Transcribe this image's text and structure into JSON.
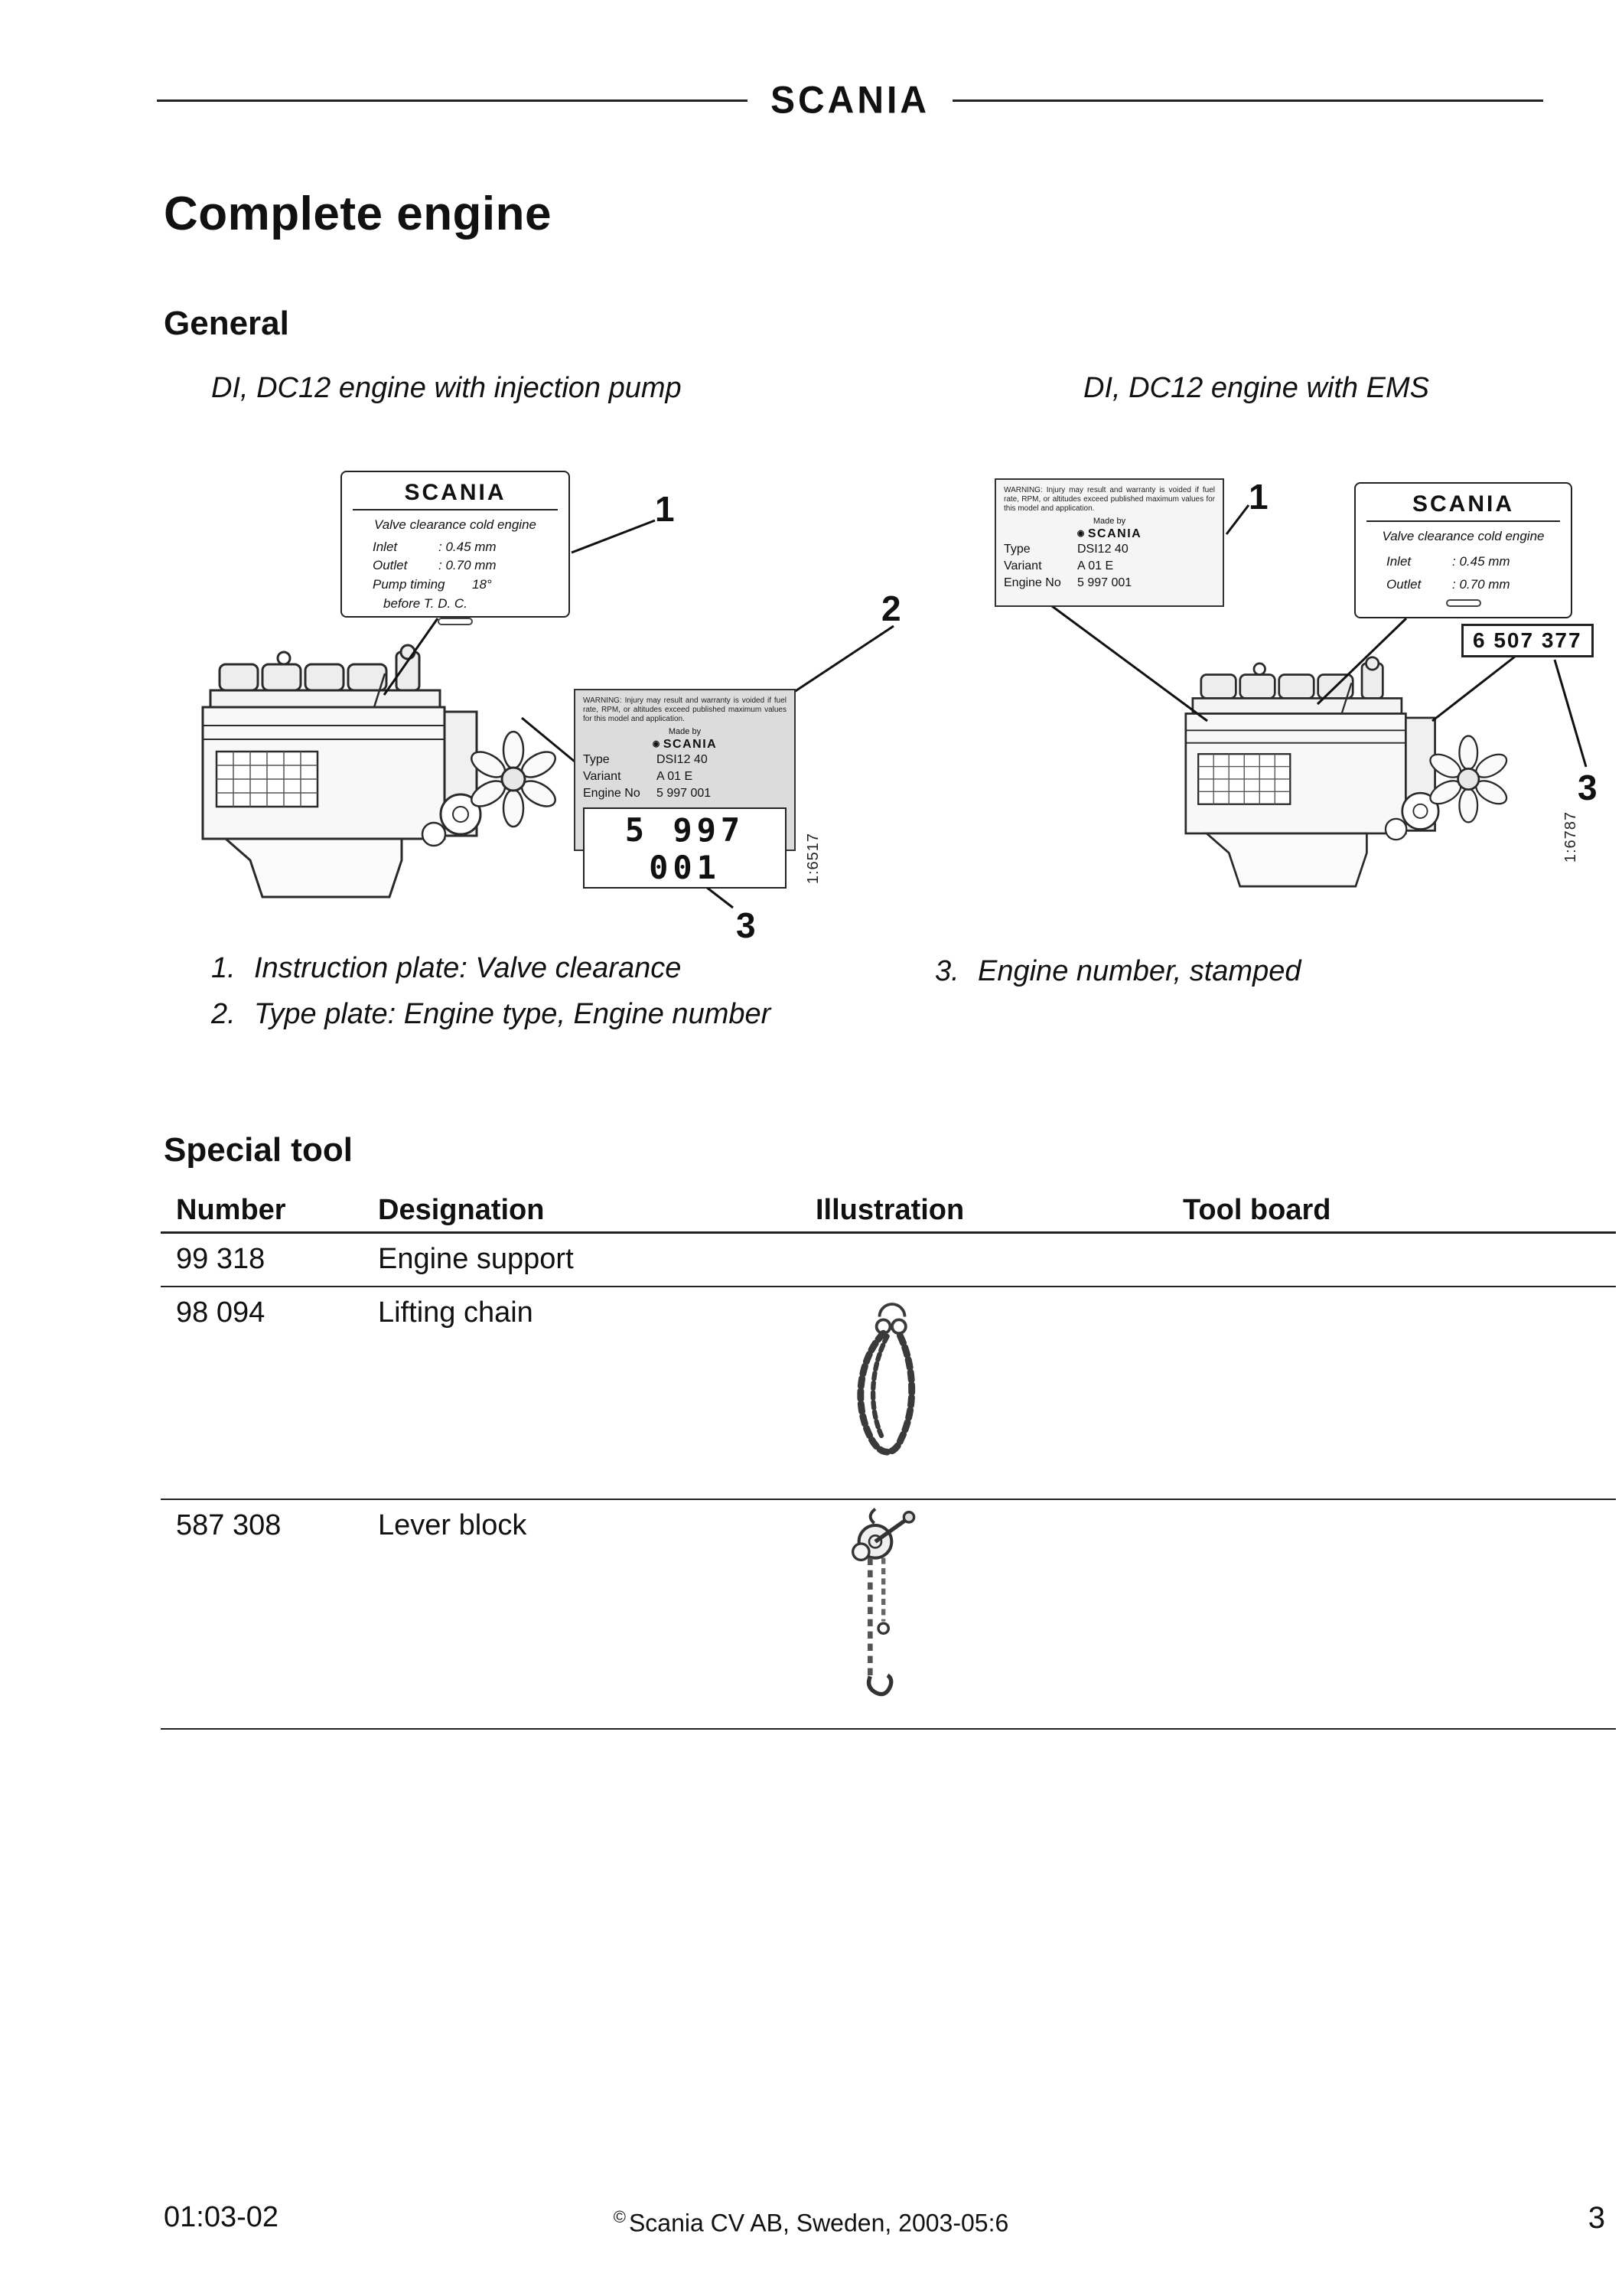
{
  "header": {
    "brand": "SCANIA"
  },
  "title": "Complete engine",
  "general": {
    "heading": "General",
    "caption_left": "DI, DC12 engine with injection pump",
    "caption_right": "DI, DC12 engine with EMS",
    "callouts": {
      "c1": "1",
      "c2": "2",
      "c3": "3"
    },
    "fig_id_left": "1:6517",
    "fig_id_right": "1:6787",
    "legend_left": [
      {
        "num": "1.",
        "text": "Instruction plate: Valve clearance"
      },
      {
        "num": "2.",
        "text": "Type plate: Engine type, Engine number"
      }
    ],
    "legend_right": [
      {
        "num": "3.",
        "text": "Engine number, stamped"
      }
    ]
  },
  "plates": {
    "valve_full": {
      "brand": "SCANIA",
      "title": "Valve  clearance  cold  engine",
      "inlet_label": "Inlet",
      "inlet_value": ": 0.45 mm",
      "outlet_label": "Outlet",
      "outlet_value": ": 0.70 mm",
      "timing_label": "Pump timing",
      "timing_value": "18°",
      "timing_note": "before T. D. C."
    },
    "valve_ems": {
      "brand": "SCANIA",
      "title": "Valve  clearance  cold  engine",
      "inlet_label": "Inlet",
      "inlet_value": ": 0.45 mm",
      "outlet_label": "Outlet",
      "outlet_value": ": 0.70 mm"
    },
    "type_plate": {
      "warning": "WARNING: Injury may result and warranty is voided if fuel rate, RPM, or altitudes exceed published maximum values for this model and application.",
      "made_by": "Made by",
      "brand": "SCANIA",
      "type_label": "Type",
      "type_value": "DSI12 40",
      "variant_label": "Variant",
      "variant_value": "A 01 E",
      "engine_no_label": "Engine No",
      "engine_no_value": "5 997 001",
      "big_number": "5 997 001"
    },
    "stamped_number": "6 507 377"
  },
  "special_tool": {
    "heading": "Special tool",
    "columns": [
      "Number",
      "Designation",
      "Illustration",
      "Tool board"
    ],
    "rows": [
      {
        "number": "99 318",
        "designation": "Engine support"
      },
      {
        "number": "98 094",
        "designation": "Lifting chain"
      },
      {
        "number": "587 308",
        "designation": "Lever block"
      }
    ]
  },
  "footer": {
    "doc_code": "01:03-02",
    "copyright_mark": "©",
    "copyright_text": "Scania CV AB, Sweden, 2003-05:6",
    "page_number": "3"
  }
}
